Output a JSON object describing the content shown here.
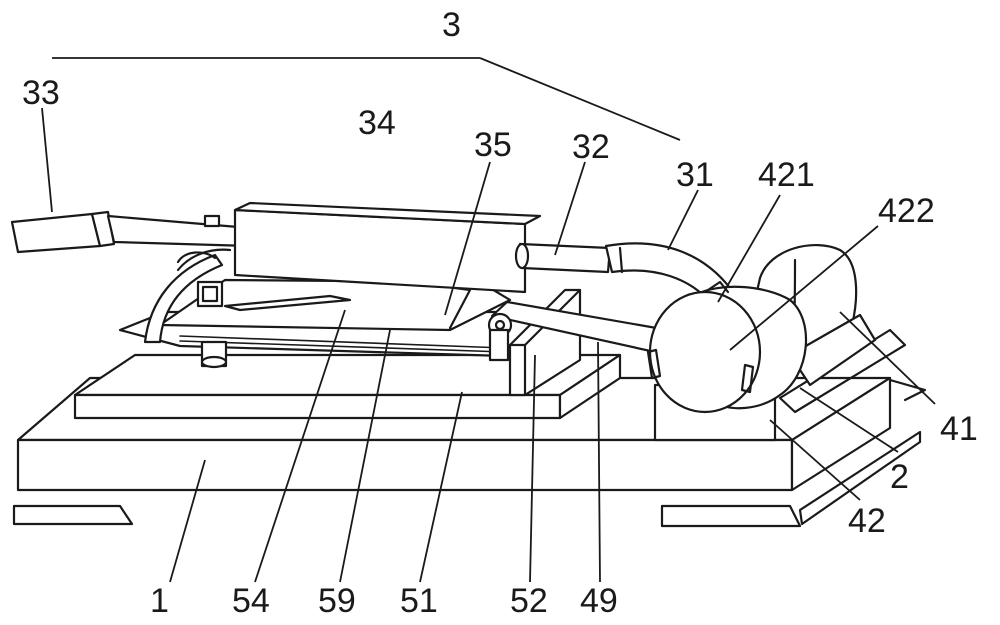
{
  "labels": {
    "l3": "3",
    "l33": "33",
    "l34": "34",
    "l35": "35",
    "l32": "32",
    "l31": "31",
    "l421": "421",
    "l422": "422",
    "l41": "41",
    "l2": "2",
    "l42": "42",
    "l1": "1",
    "l54": "54",
    "l59": "59",
    "l51": "51",
    "l52": "52",
    "l49": "49"
  }
}
